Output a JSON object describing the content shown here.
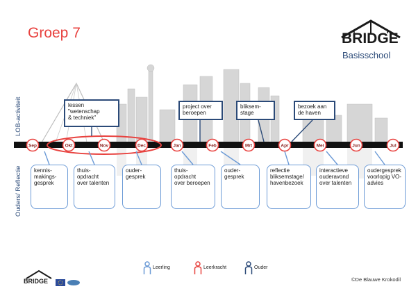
{
  "title": "Groep 7",
  "logo": {
    "word": "BRIDGE",
    "sub": "Basisschool"
  },
  "side_labels": {
    "top": "LOB-activiteit",
    "bottom": "Ouders/ Reflectie"
  },
  "months": [
    {
      "label": "Sep"
    },
    {
      "label": "Okt"
    },
    {
      "label": "Nov"
    },
    {
      "label": "Dec"
    },
    {
      "label": "Jan"
    },
    {
      "label": "Feb"
    },
    {
      "label": "Mrt"
    },
    {
      "label": "Apr"
    },
    {
      "label": "Mei"
    },
    {
      "label": "Jun"
    },
    {
      "label": "Jul"
    }
  ],
  "lob_boxes": [
    {
      "lines": [
        "lessen",
        "\"wetenschap",
        "& techniek\""
      ]
    },
    {
      "lines": [
        "project over",
        "beroepen"
      ]
    },
    {
      "lines": [
        "bliksem-",
        "stage"
      ]
    },
    {
      "lines": [
        "bezoek aan",
        "de haven"
      ]
    }
  ],
  "callouts": [
    {
      "lines": [
        "kennis-",
        "makings-",
        "gesprek"
      ]
    },
    {
      "lines": [
        "thuis-",
        "opdracht",
        "over talenten"
      ]
    },
    {
      "lines": [
        "ouder-",
        "gesprek"
      ]
    },
    {
      "lines": [
        "thuis-",
        "opdracht",
        "over beroepen"
      ]
    },
    {
      "lines": [
        "ouder-",
        "gesprek"
      ]
    },
    {
      "lines": [
        "reflectie",
        "bliksemstage/",
        "havenbezoek"
      ]
    },
    {
      "lines": [
        "interactieve",
        "ouderavond",
        "over talenten"
      ]
    },
    {
      "lines": [
        "oudergesprek",
        "voorlopig VO-",
        "advies"
      ]
    }
  ],
  "legend": [
    {
      "label": "Leerling",
      "color": "#6b9ad6"
    },
    {
      "label": "Leerkracht",
      "color": "#e8423f"
    },
    {
      "label": "Ouder",
      "color": "#2b4a78"
    }
  ],
  "colors": {
    "accent": "#e8423f",
    "navy": "#2b4a78",
    "light_blue": "#6b9ad6"
  },
  "copyright": "©De Blauwe Krokodil",
  "footer_logo": "BRIDGE"
}
